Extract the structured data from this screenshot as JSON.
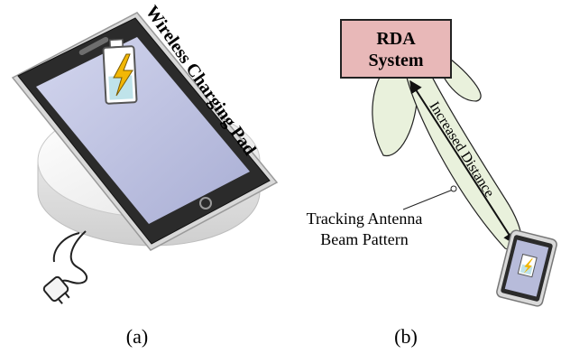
{
  "panel_a": {
    "label": "Wireless Charging Pad",
    "caption": "(a)"
  },
  "panel_b": {
    "system_box_line1": "RDA",
    "system_box_line2": "System",
    "distance_label": "Increased Distance",
    "beam_label_line1": "Tracking Antenna",
    "beam_label_line2": "Beam Pattern",
    "caption": "(b)"
  },
  "colors": {
    "system_box_fill": "#e8b8b8",
    "beam_fill": "#e9f1dc",
    "screen_fill": "#b7bbda",
    "pad_fill": "#f1f1f1",
    "battery_fill": "#bfe3ea",
    "bolt_fill": "#f2b705"
  },
  "icons": [
    "smartphone-icon",
    "battery-charging-icon",
    "charging-pad-icon",
    "power-plug-icon",
    "distance-arrow-icon"
  ]
}
